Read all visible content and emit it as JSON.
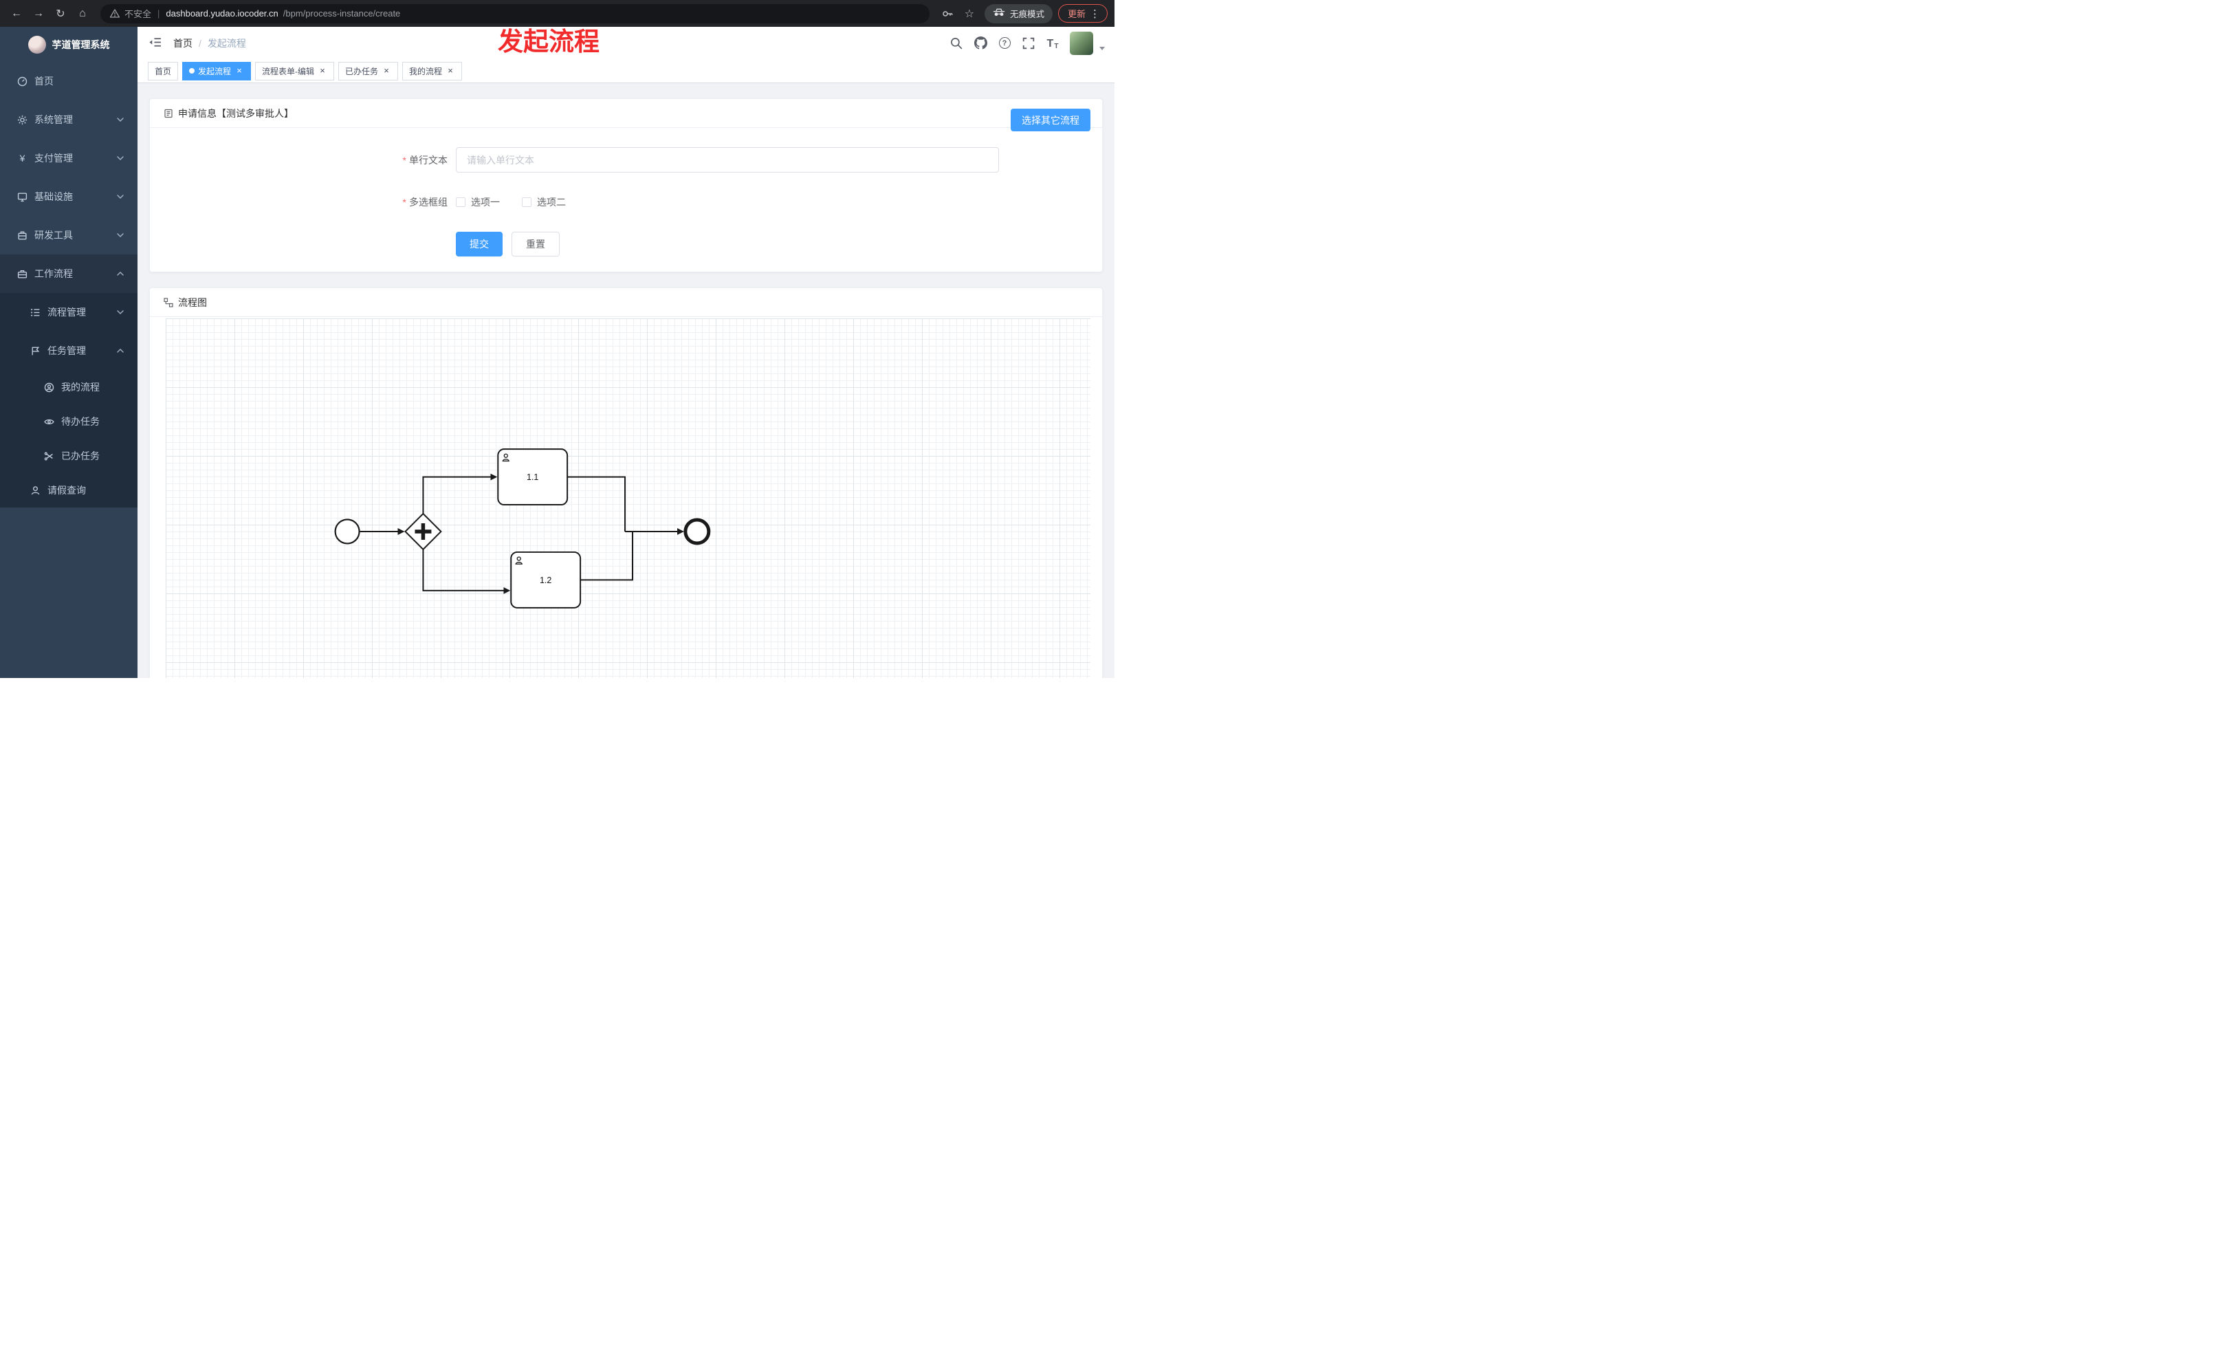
{
  "browser": {
    "security_label": "不安全",
    "url_domain": "dashboard.yudao.iocoder.cn",
    "url_path": "/bpm/process-instance/create",
    "incognito_label": "无痕模式",
    "update_label": "更新"
  },
  "annotation": {
    "text": "发起流程",
    "color": "#f12b2b"
  },
  "sidebar": {
    "title": "芋道管理系统",
    "items": [
      {
        "label": "首页",
        "icon": "dashboard-icon"
      },
      {
        "label": "系统管理",
        "icon": "gear-icon",
        "expanded": false
      },
      {
        "label": "支付管理",
        "icon": "yen-icon",
        "expanded": false
      },
      {
        "label": "基础设施",
        "icon": "infrastructure-icon",
        "expanded": false
      },
      {
        "label": "研发工具",
        "icon": "devtools-icon",
        "expanded": false
      },
      {
        "label": "工作流程",
        "icon": "workflow-icon",
        "expanded": true
      },
      {
        "label": "流程管理",
        "icon": "process-management-icon",
        "expanded": false
      },
      {
        "label": "任务管理",
        "icon": "task-management-icon",
        "expanded": true
      },
      {
        "label": "我的流程",
        "icon": "my-process-icon"
      },
      {
        "label": "待办任务",
        "icon": "todo-task-icon"
      },
      {
        "label": "已办任务",
        "icon": "done-task-icon"
      },
      {
        "label": "请假查询",
        "icon": "leave-query-icon"
      }
    ]
  },
  "header": {
    "breadcrumb": [
      "首页",
      "发起流程"
    ]
  },
  "tabs": [
    {
      "label": "首页",
      "active": false,
      "closable": false
    },
    {
      "label": "发起流程",
      "active": true,
      "closable": true
    },
    {
      "label": "流程表单-编辑",
      "active": false,
      "closable": true
    },
    {
      "label": "已办任务",
      "active": false,
      "closable": true
    },
    {
      "label": "我的流程",
      "active": false,
      "closable": true
    }
  ],
  "form_card": {
    "title": "申请信息【测试多审批人】",
    "choose_other_button": "选择其它流程",
    "fields": {
      "text": {
        "label": "单行文本",
        "placeholder": "请输入单行文本",
        "value": "",
        "required": true
      },
      "checkbox_group": {
        "label": "多选框组",
        "required": true,
        "options": [
          {
            "label": "选项一",
            "checked": false
          },
          {
            "label": "选项二",
            "checked": false
          }
        ]
      }
    },
    "submit_button": "提交",
    "reset_button": "重置"
  },
  "diagram_card": {
    "title": "流程图",
    "nodes": [
      {
        "type": "start-event"
      },
      {
        "type": "parallel-gateway"
      },
      {
        "type": "user-task",
        "label": "1.1"
      },
      {
        "type": "user-task",
        "label": "1.2"
      },
      {
        "type": "end-event"
      }
    ]
  },
  "colors": {
    "accent": "#409eff",
    "sidebar_bg": "#304156",
    "sidebar_sub_bg": "#1f2d3d",
    "danger": "#f56c6c",
    "annotation_red": "#f12b2b"
  }
}
